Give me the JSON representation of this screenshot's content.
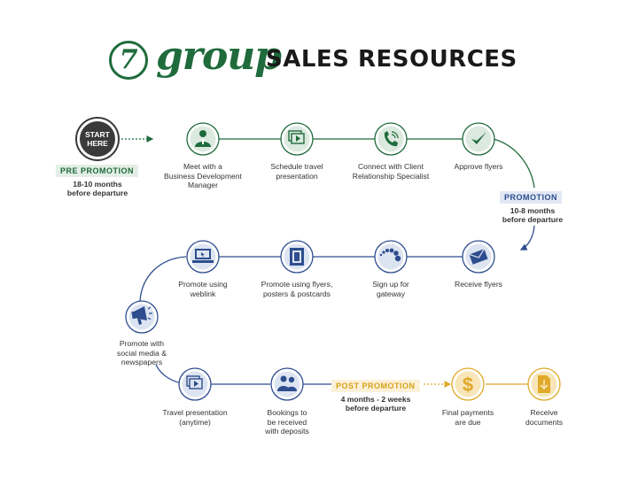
{
  "header": {
    "logo_number": "7",
    "logo_word": "group",
    "title": "SALES RESOURCES"
  },
  "colors": {
    "green": "#1f6b3c",
    "blue": "#2d4d8f",
    "gold": "#e0a92a",
    "dark": "#3a3a3a"
  },
  "start": {
    "label_line1": "START",
    "label_line2": "HERE"
  },
  "phases": {
    "pre": {
      "badge": "PRE PROMOTION",
      "line1": "18-10 months",
      "line2": "before departure"
    },
    "promotion": {
      "badge": "PROMOTION",
      "line1": "10-8  months",
      "line2": "before departure"
    },
    "post": {
      "badge": "POST PROMOTION",
      "line1": "4 months - 2 weeks",
      "line2": "before departure"
    }
  },
  "steps": [
    {
      "id": "meet-bdm",
      "icon": "person-icon",
      "lines": [
        "Meet with a",
        "Business Development",
        "Manager"
      ]
    },
    {
      "id": "schedule-presentation",
      "icon": "presentation-icon",
      "lines": [
        "Schedule travel",
        "presentation"
      ]
    },
    {
      "id": "connect-crs",
      "icon": "phone-icon",
      "lines": [
        "Connect with Client",
        "Relationship Specialist"
      ]
    },
    {
      "id": "approve-flyers",
      "icon": "checkmark-icon",
      "lines": [
        "Approve flyers"
      ]
    },
    {
      "id": "receive-flyers",
      "icon": "envelope-icon",
      "lines": [
        "Receive flyers"
      ]
    },
    {
      "id": "sign-up-gateway",
      "icon": "dots-icon",
      "lines": [
        "Sign up for",
        "gateway"
      ]
    },
    {
      "id": "promote-flyers",
      "icon": "stamp-icon",
      "lines": [
        "Promote using flyers,",
        "posters & postcards"
      ]
    },
    {
      "id": "promote-weblink",
      "icon": "laptop-icon",
      "lines": [
        "Promote using",
        "weblink"
      ]
    },
    {
      "id": "promote-social",
      "icon": "megaphone-icon",
      "lines": [
        "Promote with",
        "social media &",
        "newspapers"
      ]
    },
    {
      "id": "travel-presentation",
      "icon": "presentation-icon",
      "lines": [
        "Travel presentation",
        "(anytime)"
      ]
    },
    {
      "id": "bookings",
      "icon": "people-icon",
      "lines": [
        "Bookings to",
        "be received",
        "with deposits"
      ]
    },
    {
      "id": "final-payments",
      "icon": "dollar-icon",
      "lines": [
        "Final payments",
        "are due"
      ]
    },
    {
      "id": "receive-documents",
      "icon": "document-icon",
      "lines": [
        "Receive",
        "documents"
      ]
    }
  ]
}
